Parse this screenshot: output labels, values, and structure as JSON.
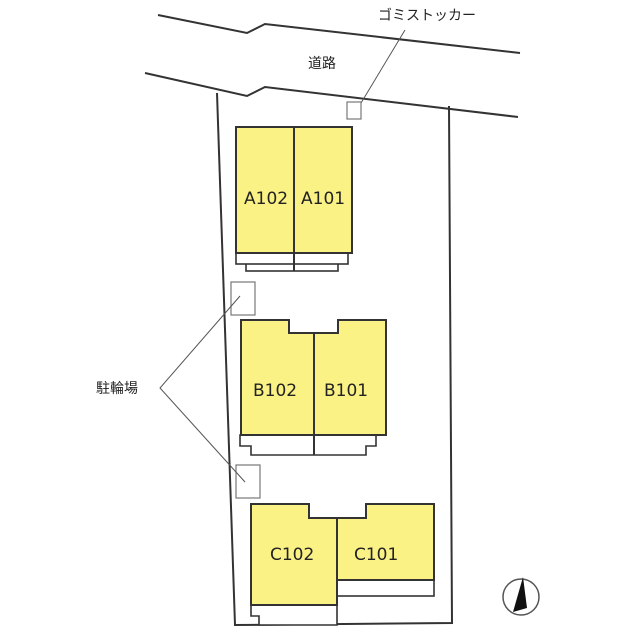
{
  "map": {
    "road_label": "道路",
    "garbage_label": "ゴミストッカー",
    "bicycle_label": "駐輪場",
    "compass": "north-arrow",
    "buildings": [
      {
        "name": "A",
        "units": [
          "A102",
          "A101"
        ]
      },
      {
        "name": "B",
        "units": [
          "B102",
          "B101"
        ]
      },
      {
        "name": "C",
        "units": [
          "C102",
          "C101"
        ]
      }
    ],
    "colors": {
      "building_fill": "#fbf285",
      "outline": "#333333"
    }
  }
}
